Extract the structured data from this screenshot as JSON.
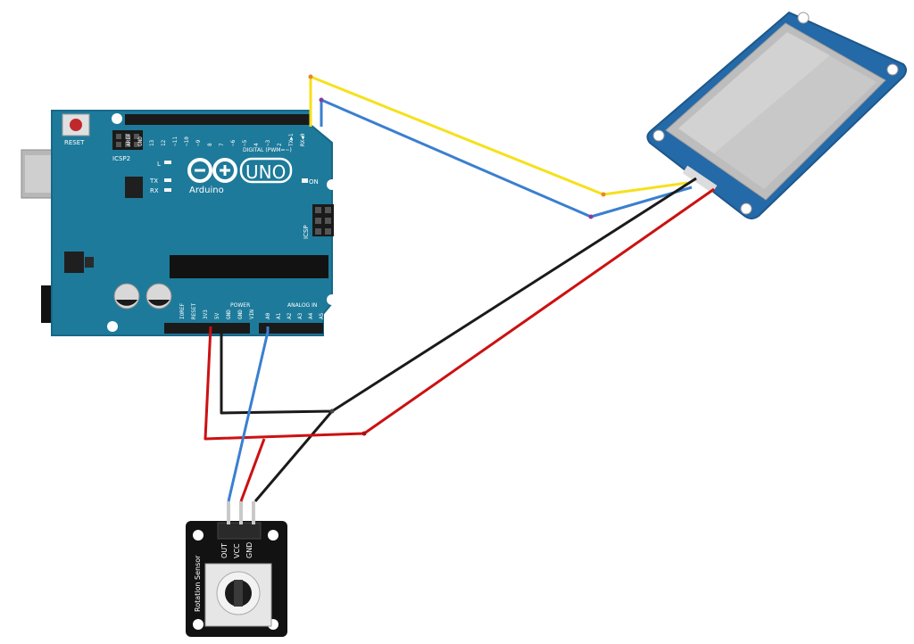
{
  "colors": {
    "board": "#1d7a9a",
    "board_edge": "#176887",
    "header": "#1a1a1a",
    "chip": "#1f1f1f",
    "wire_yellow": "#f5e11b",
    "wire_blue": "#3a7fd0",
    "wire_black": "#1a1a1a",
    "wire_red": "#cc1111",
    "display_pcb": "#2469a8",
    "sensor_pcb": "#121212"
  },
  "arduino": {
    "brand": "Arduino",
    "model": "UNO",
    "reset_label": "RESET",
    "icsp2_label": "ICSP2",
    "icsp_label": "ICSP",
    "led_l": "L",
    "led_tx": "TX",
    "led_rx": "RX",
    "on_label": "ON",
    "digital_label": "DIGITAL (PWM=~)",
    "power_label": "POWER",
    "analog_label": "ANALOG IN",
    "digital_pins": [
      "AREF",
      "GND",
      "13",
      "12",
      "~11",
      "~10",
      "~9",
      "8",
      "7",
      "~6",
      "~5",
      "4",
      "~3",
      "2",
      "TX▶1",
      "RX◀0"
    ],
    "power_pins": [
      "IOREF",
      "RESET",
      "3V3",
      "5V",
      "GND",
      "GND",
      "VIN"
    ],
    "analog_pins": [
      "A0",
      "A1",
      "A2",
      "A3",
      "A4",
      "A5"
    ]
  },
  "sensor": {
    "name": "Rotation Sensor",
    "pins": [
      "OUT",
      "VCC",
      "GND"
    ]
  },
  "wires": [
    {
      "name": "tx-to-display",
      "color": "yellow"
    },
    {
      "name": "rx-to-display",
      "color": "blue"
    },
    {
      "name": "gnd-common",
      "color": "black"
    },
    {
      "name": "5v-common",
      "color": "red"
    },
    {
      "name": "a0-to-sensor",
      "color": "blue"
    }
  ]
}
